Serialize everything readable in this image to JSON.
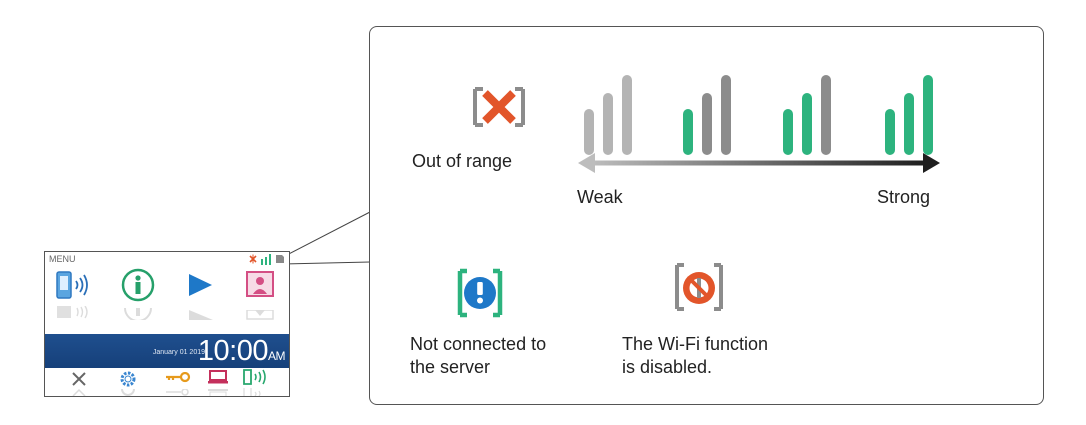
{
  "device": {
    "menu_label": "MENU",
    "date": "January 01 2019",
    "time": "10:00",
    "ampm": "AM"
  },
  "signal_scale": {
    "out_of_range_label": "Out of range",
    "weak_label": "Weak",
    "strong_label": "Strong",
    "levels": [
      0,
      1,
      2,
      3,
      4
    ]
  },
  "status_icons": {
    "not_connected_line1": "Not connected to",
    "not_connected_line2": "the server",
    "wifi_disabled_line1": "The Wi-Fi function",
    "wifi_disabled_line2": "is disabled."
  },
  "colors": {
    "signal_on": "#2db37e",
    "signal_off": "#8c8c8c",
    "signal_light": "#b4b4b4",
    "warning": "#e2552a",
    "info_blue": "#1e78c8",
    "band_blue": "#1f4f8e"
  }
}
